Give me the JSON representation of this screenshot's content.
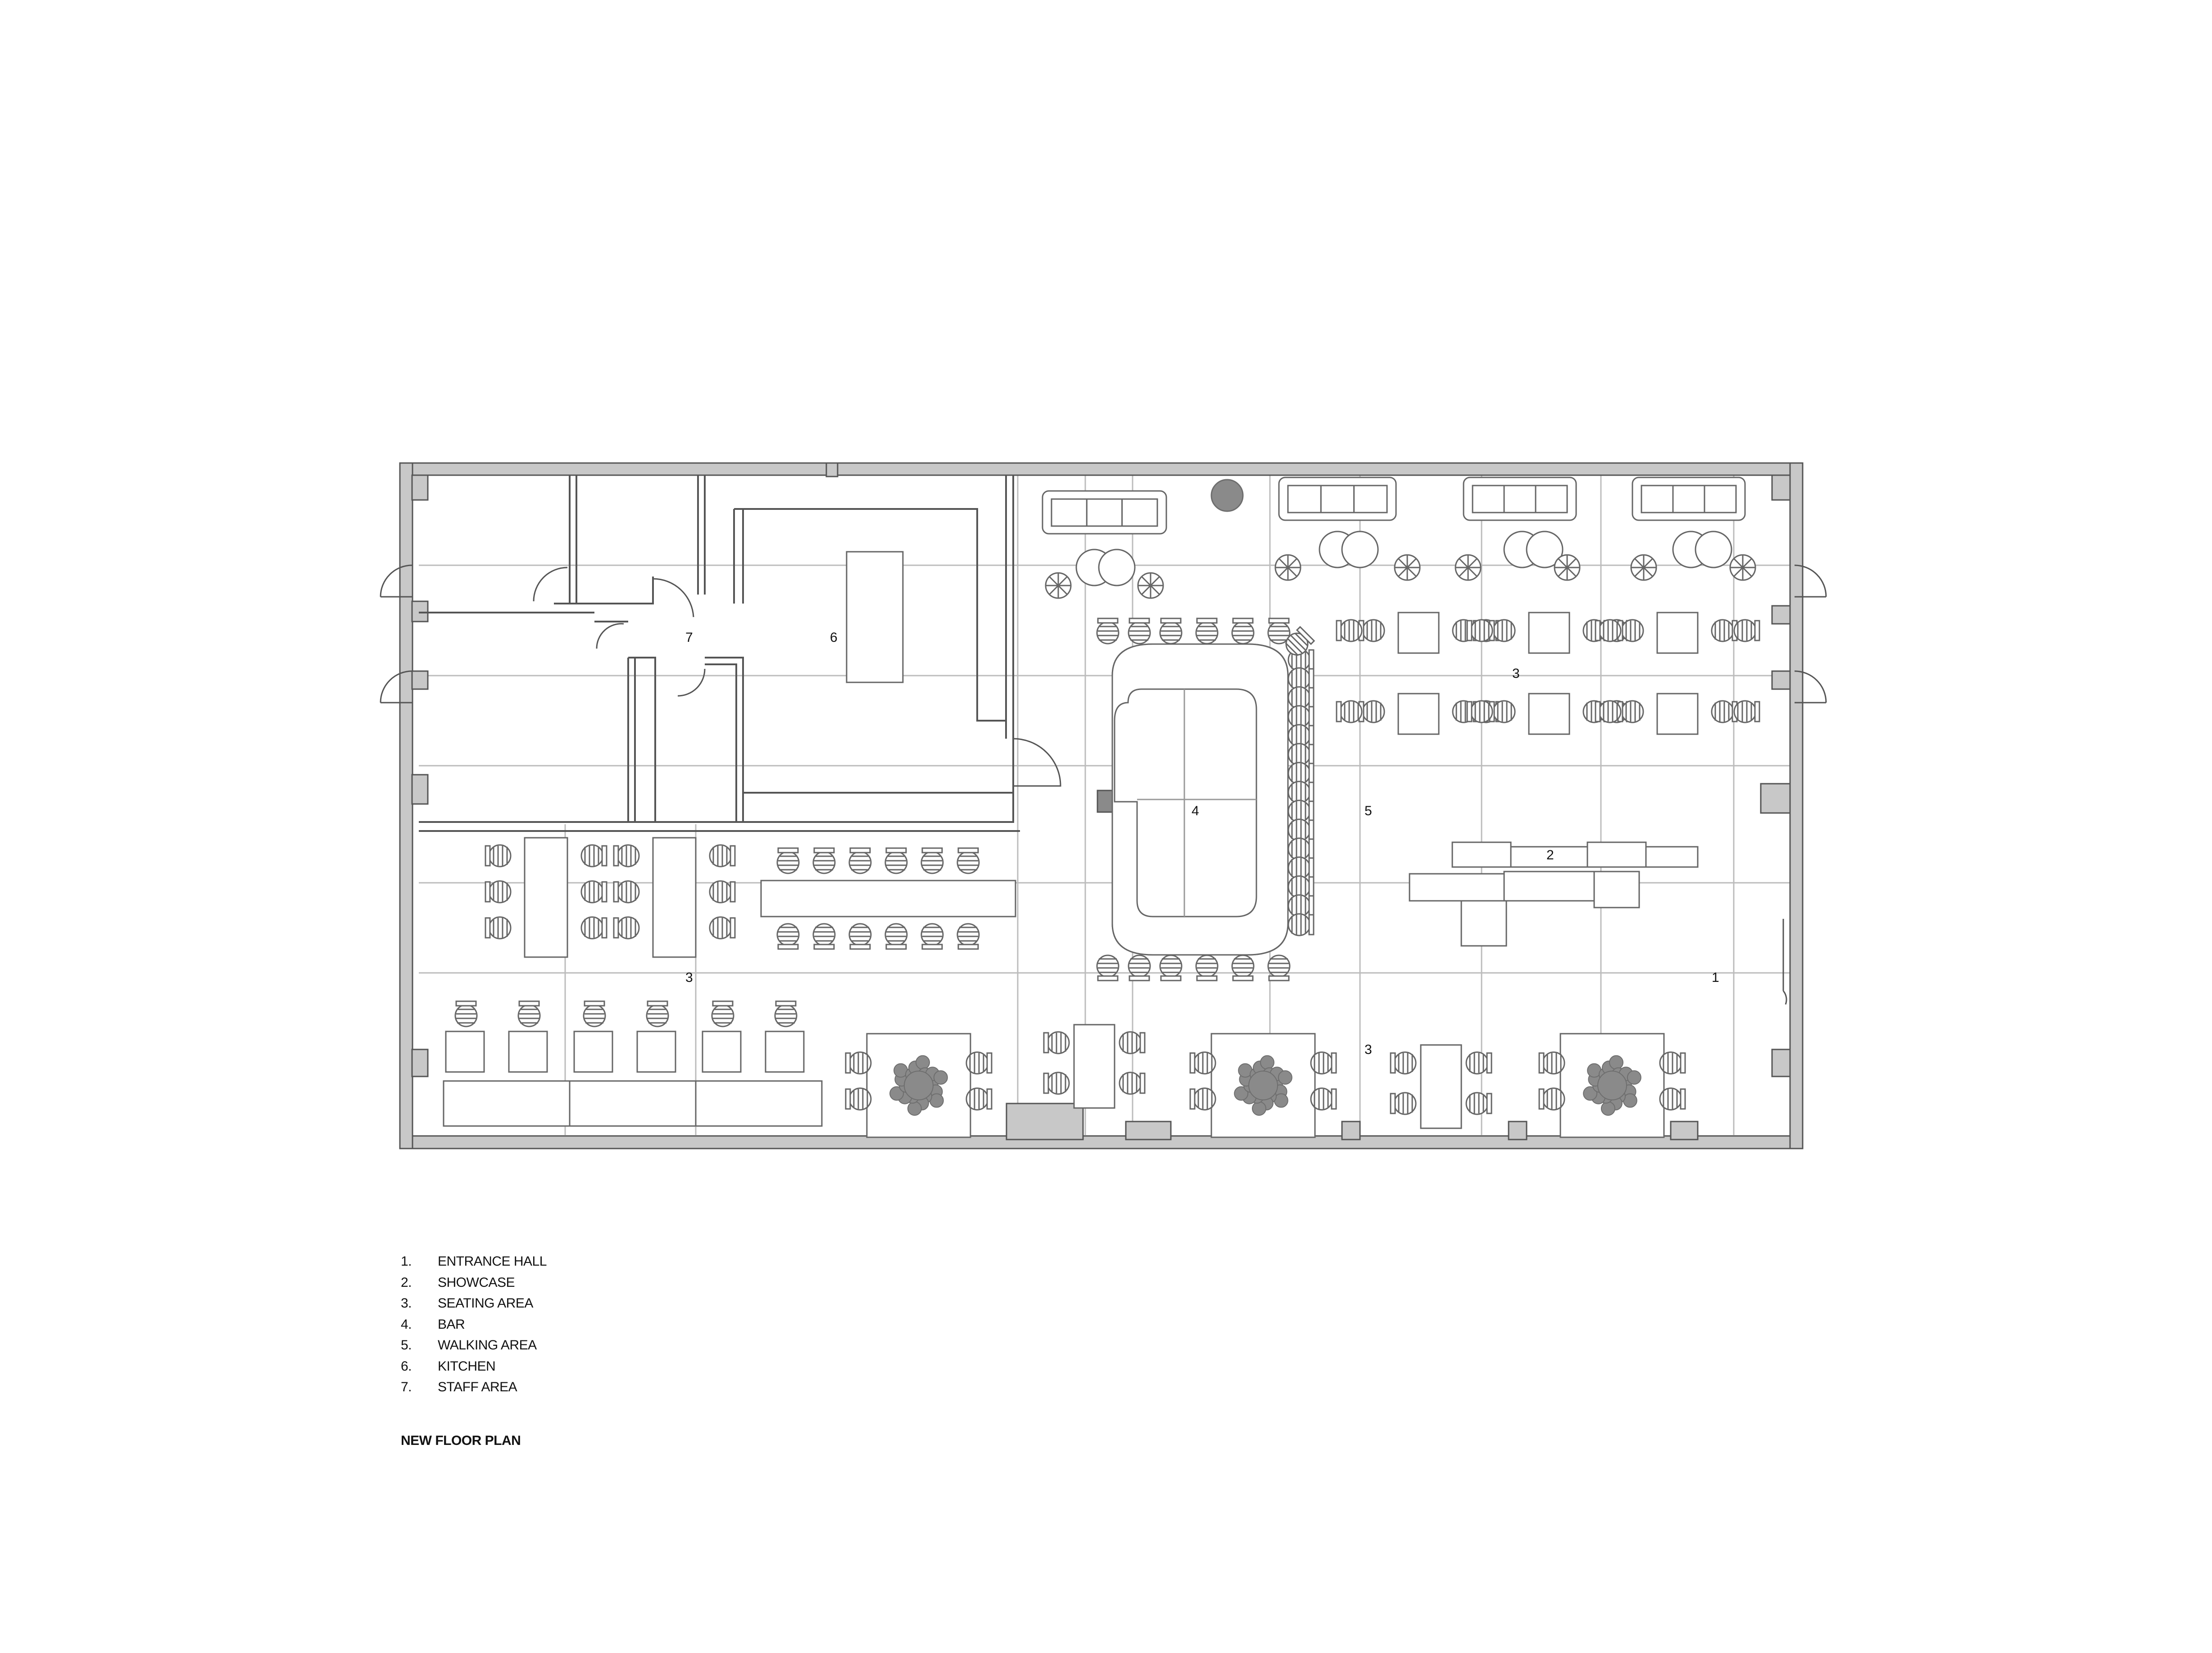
{
  "room_numbers": [
    "7",
    "6",
    "4",
    "5",
    "3",
    "2",
    "3",
    "1",
    "3"
  ],
  "legend": [
    {
      "num": "1.",
      "name": "ENTRANCE HALL"
    },
    {
      "num": "2.",
      "name": "SHOWCASE"
    },
    {
      "num": "3.",
      "name": "SEATING AREA"
    },
    {
      "num": "4.",
      "name": "BAR"
    },
    {
      "num": "5.",
      "name": "WALKING AREA"
    },
    {
      "num": "6.",
      "name": "KITCHEN"
    },
    {
      "num": "7.",
      "name": "STAFF AREA"
    }
  ],
  "plan_title": "NEW FLOOR PLAN",
  "colors": {
    "wall": "#c8c8c8",
    "line": "#555555",
    "grid": "#b5b5b5",
    "plant": "#8a8a8a"
  }
}
